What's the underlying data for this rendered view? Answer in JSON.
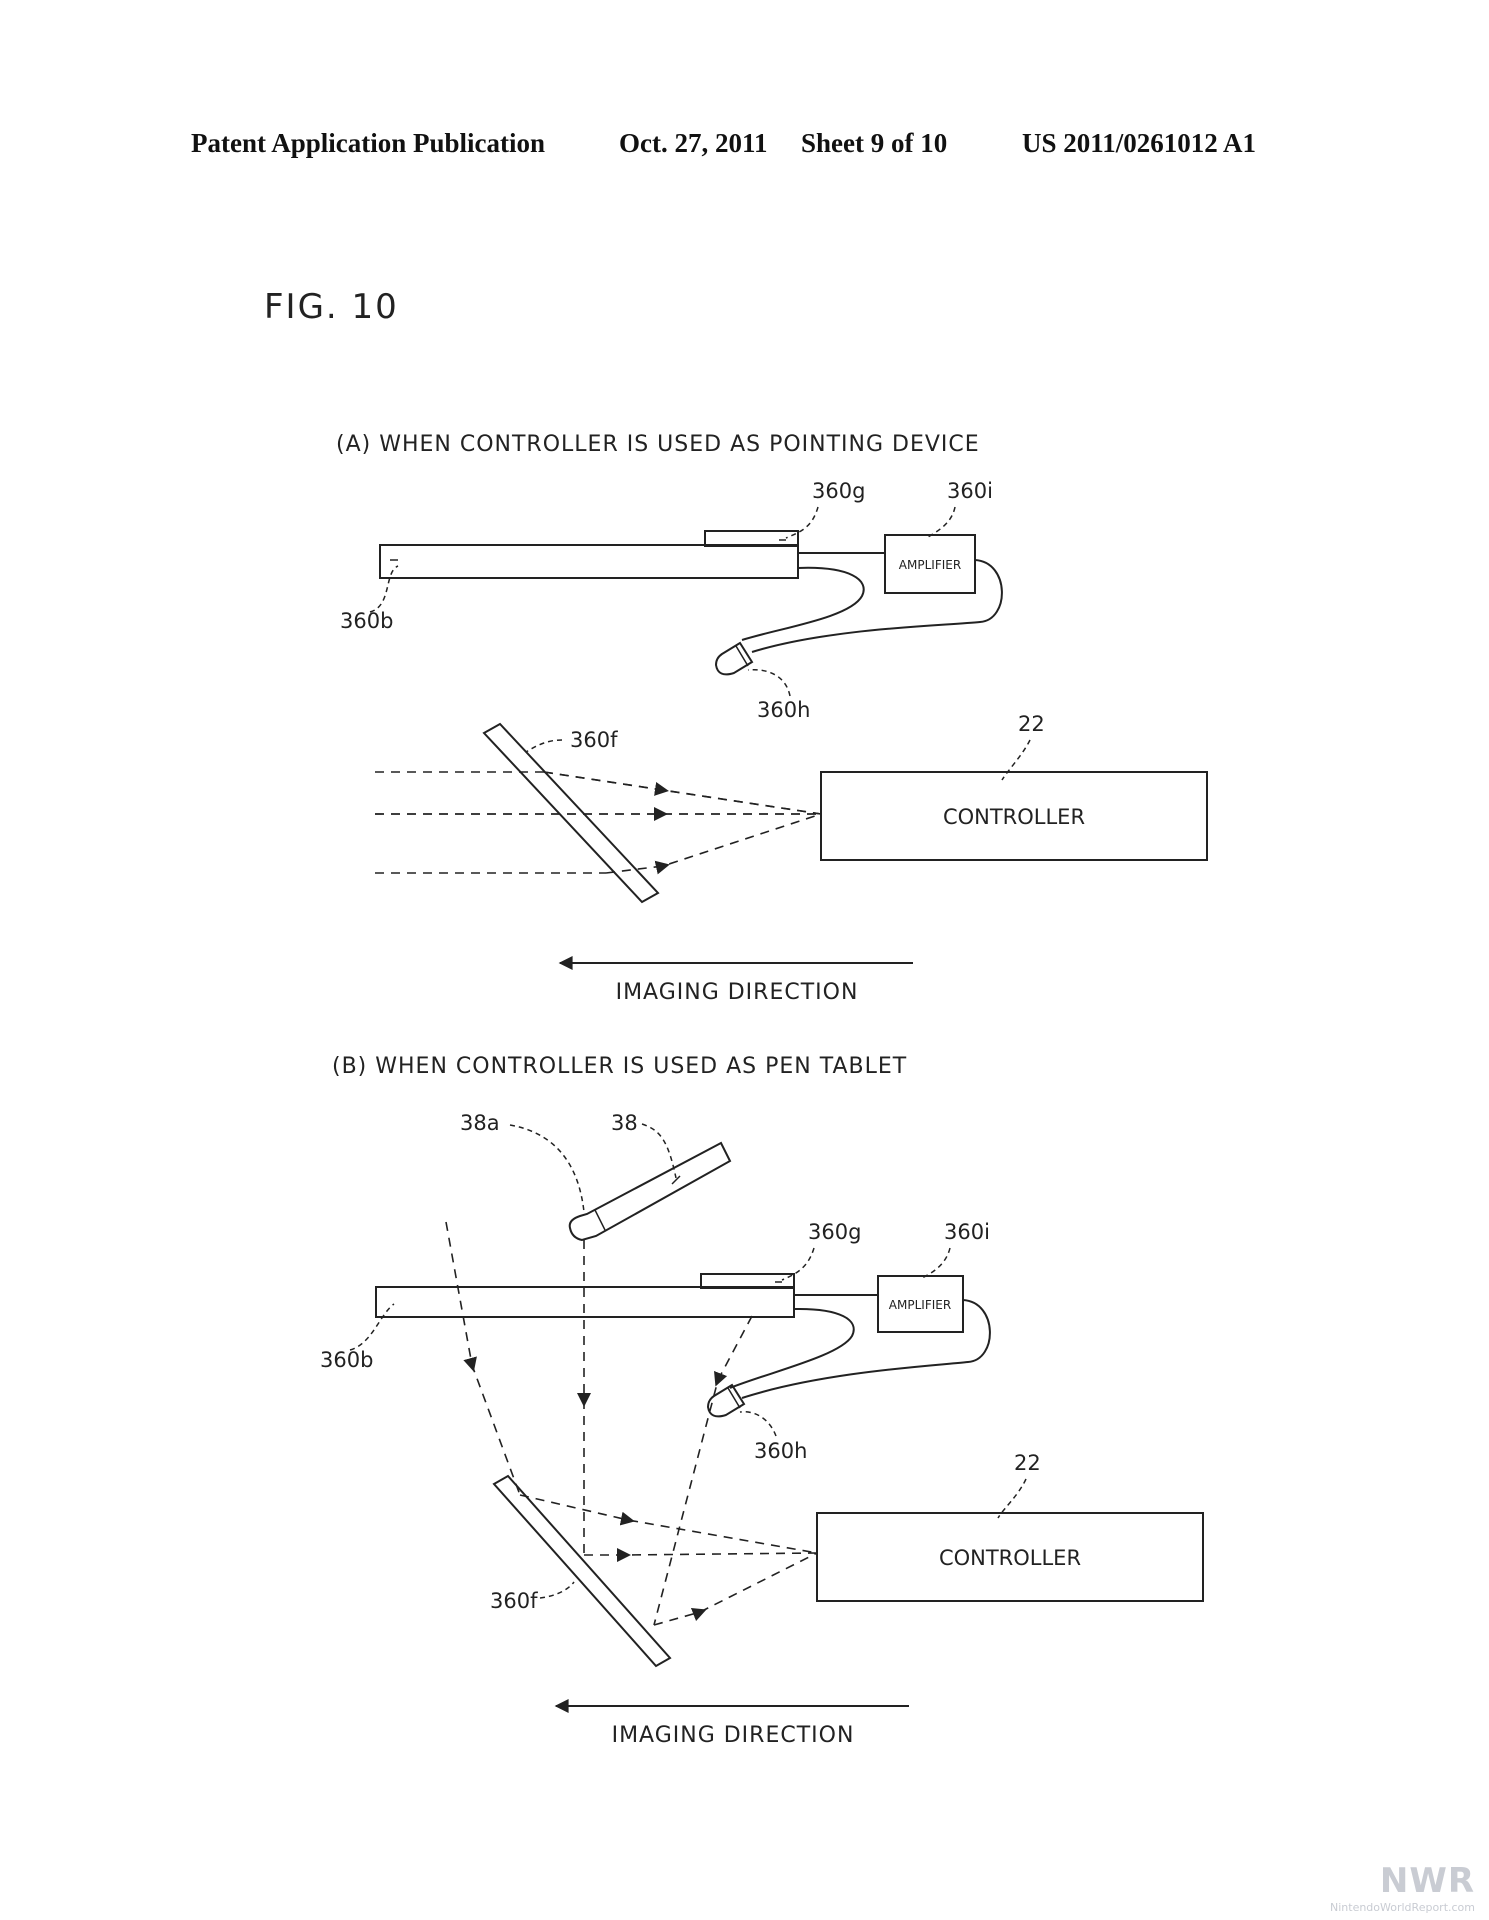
{
  "header": {
    "publication": "Patent Application Publication",
    "date": "Oct. 27, 2011",
    "sheet": "Sheet 9 of 10",
    "number": "US 2011/0261012 A1"
  },
  "figure": {
    "title": "FIG. 10",
    "panel_a": {
      "caption": "(A)  WHEN CONTROLLER IS USED AS POINTING DEVICE",
      "labels": {
        "bar": "360b",
        "sensor": "360g",
        "amp_ref": "360i",
        "amp_text": "AMPLIFIER",
        "led": "360h",
        "mirror": "360f",
        "ctrl_ref": "22",
        "ctrl_text": "CONTROLLER",
        "direction": "IMAGING DIRECTION"
      }
    },
    "panel_b": {
      "caption": "(B)  WHEN CONTROLLER IS USED AS PEN TABLET",
      "labels": {
        "pen_tip": "38a",
        "pen": "38",
        "bar": "360b",
        "sensor": "360g",
        "amp_ref": "360i",
        "amp_text": "AMPLIFIER",
        "led": "360h",
        "mirror": "360f",
        "ctrl_ref": "22",
        "ctrl_text": "CONTROLLER",
        "direction": "IMAGING DIRECTION"
      }
    }
  },
  "watermark": {
    "logo": "NWR",
    "site": "NintendoWorldReport.com"
  }
}
